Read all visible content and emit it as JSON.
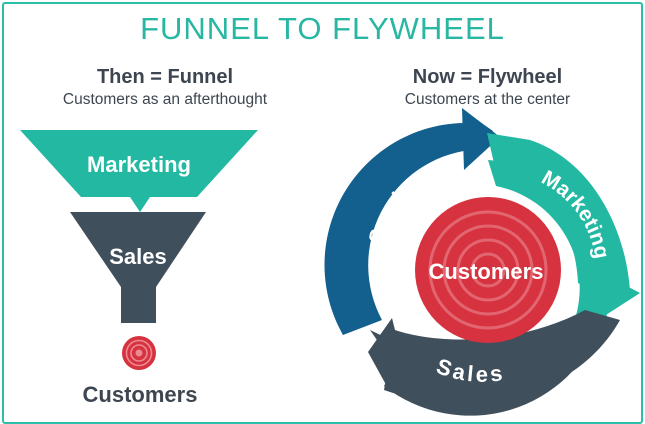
{
  "title": "FUNNEL TO FLYWHEEL",
  "funnel": {
    "heading": "Then = Funnel",
    "subheading": "Customers as an afterthought",
    "stages": [
      "Marketing",
      "Sales"
    ],
    "end_label": "Customers"
  },
  "flywheel": {
    "heading": "Now = Flywheel",
    "subheading": "Customers at the center",
    "segments": [
      "Service",
      "Marketing",
      "Sales"
    ],
    "center_label": "Customers"
  },
  "colors": {
    "teal": "#22b8a2",
    "slate": "#3f4f5c",
    "blue": "#135f8e",
    "red": "#d7323f",
    "text_dark": "#3d4650"
  }
}
